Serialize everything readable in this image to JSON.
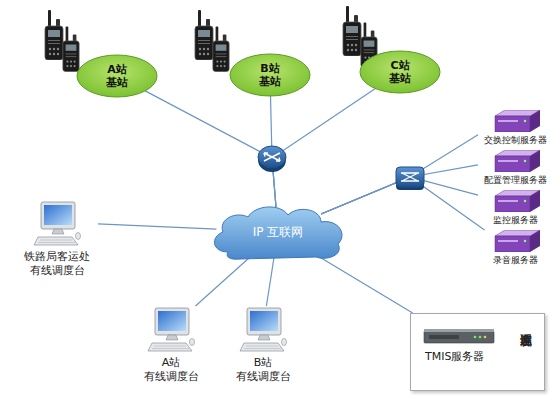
{
  "diagram": {
    "nodes": [
      {
        "text": [
          "A站 基站"
        ]
      },
      {
        "text": [
          "B站 基站"
        ]
      },
      {
        "text": [
          "C站 基站"
        ]
      },
      {
        "text": [
          "交换控制服务器"
        ]
      },
      {
        "text": [
          "配置管理服务器"
        ]
      },
      {
        "text": [
          "监控服务器"
        ]
      },
      {
        "text": [
          "录音服务器"
        ]
      },
      {
        "text": [
          "IP 互联网"
        ]
      },
      {
        "text": [
          "铁路局客运处 有线调度台"
        ]
      },
      {
        "text": [
          "A站 有线调度台"
        ]
      },
      {
        "text": [
          "B站 有线调度台"
        ]
      },
      {
        "text": [
          "TMIS服务器",
          "客运调度系统"
        ]
      }
    ],
    "edges": [
      {
        "from": 0,
        "to": 7,
        "arrow": "none"
      },
      {
        "from": 1,
        "to": 7,
        "arrow": "none"
      },
      {
        "from": 2,
        "to": 7,
        "arrow": "none"
      },
      {
        "from": 7,
        "to": 3,
        "arrow": "none"
      },
      {
        "from": 7,
        "to": 4,
        "arrow": "none"
      },
      {
        "from": 7,
        "to": 5,
        "arrow": "none"
      },
      {
        "from": 7,
        "to": 6,
        "arrow": "none"
      },
      {
        "from": 7,
        "to": 8,
        "arrow": "none"
      },
      {
        "from": 7,
        "to": 9,
        "arrow": "none"
      },
      {
        "from": 7,
        "to": 10,
        "arrow": "none"
      },
      {
        "from": 7,
        "to": 11,
        "arrow": "none"
      }
    ]
  }
}
